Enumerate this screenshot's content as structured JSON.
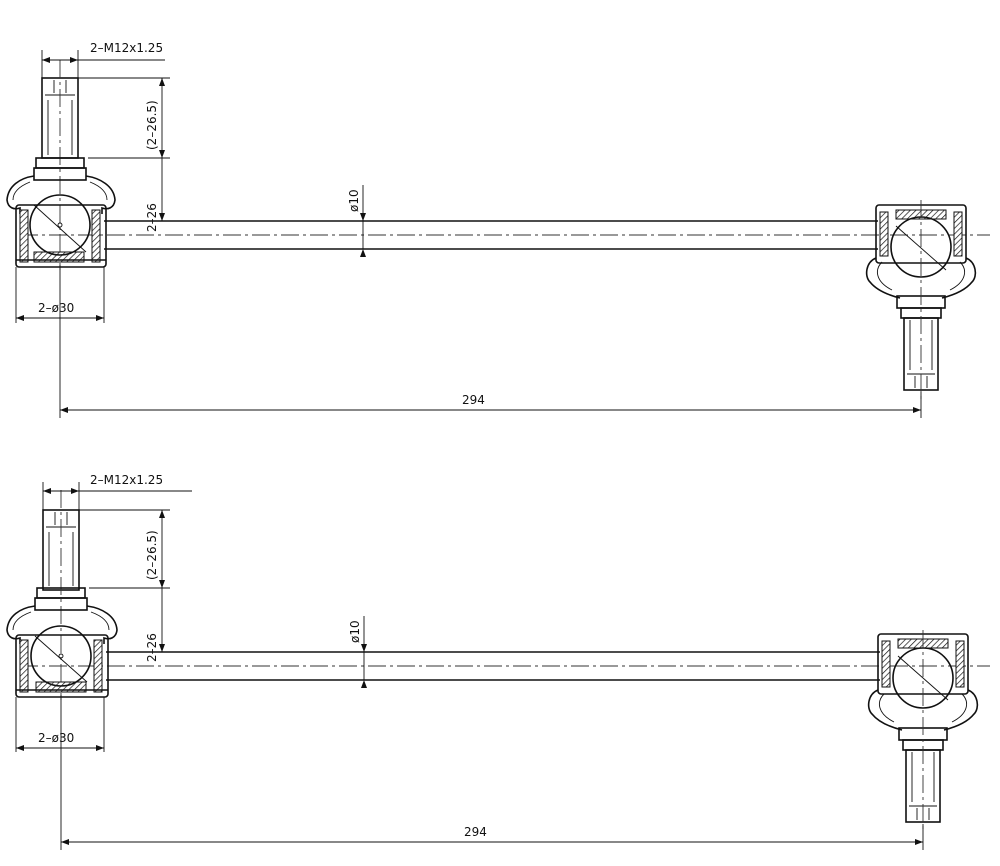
{
  "drawings": [
    {
      "thread_label": "2–M12x1.25",
      "stud_length_label": "(2–26.5)",
      "ball_height_label": "2–26",
      "rod_diameter_label": "ø10",
      "housing_diameter_label": "2–ø30",
      "overall_length_label": "294"
    },
    {
      "thread_label": "2–M12x1.25",
      "stud_length_label": "(2–26.5)",
      "ball_height_label": "2–26",
      "rod_diameter_label": "ø10",
      "housing_diameter_label": "2–ø30",
      "overall_length_label": "294"
    }
  ]
}
